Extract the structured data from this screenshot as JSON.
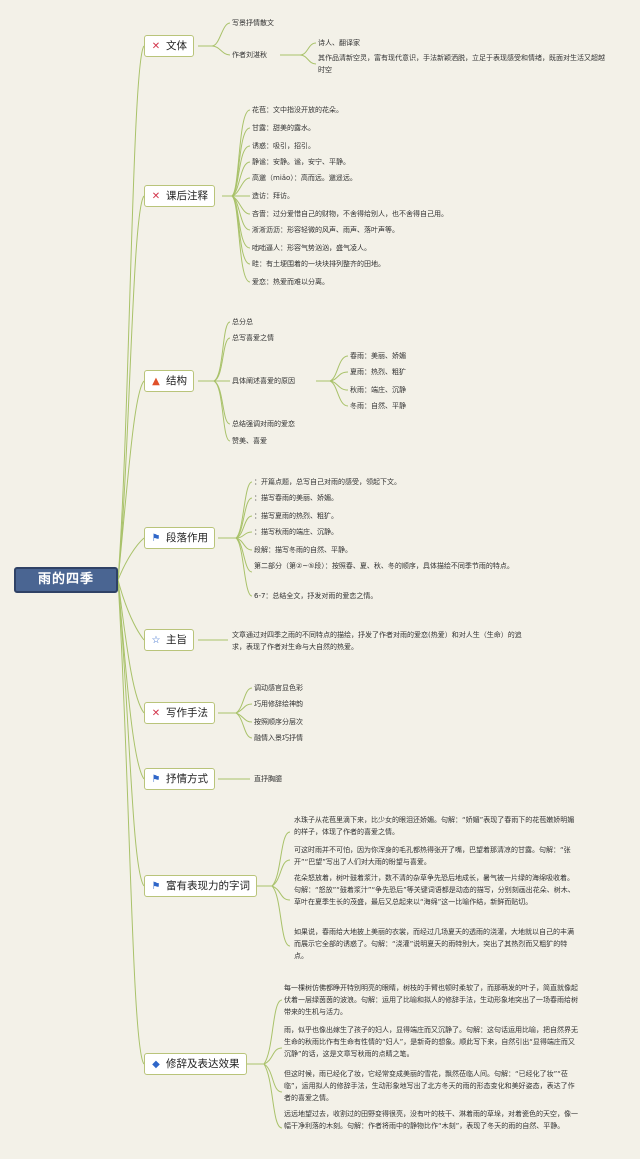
{
  "root": {
    "title": "雨的四季"
  },
  "branches": [
    {
      "label": "文体",
      "icon": "pencil-icon",
      "items": [
        "写景抒情散文",
        {
          "label": "作者刘湛秋",
          "items": [
            "诗人、翻译家",
            "其作品清新空灵，富有现代意识，手法新颖洒脱，立足于表现感受和情绪，既面对生活又超越时空"
          ]
        }
      ]
    },
    {
      "label": "课后注释",
      "icon": "pencil-icon",
      "items": [
        "花苞：文中指没开放的花朵。",
        "甘露：甜美的露水。",
        "诱惑：吸引，招引。",
        "静谧：安静。谧，安宁、平静。",
        "高邈（miǎo）：高而远。邈遥远。",
        "造访：拜访。",
        "吝啬：过分爱惜自己的财物，不舍得给别人，也不舍得自己用。",
        "淅淅沥沥：形容轻微的风声、雨声、落叶声等。",
        "咄咄逼人：形容气势汹汹，盛气凌人。",
        "畦：有土埂围着的一块块排列整齐的田地。",
        "爱恋：热爱而难以分离。"
      ]
    },
    {
      "label": "结构",
      "icon": "fire-icon",
      "items": [
        "总分总",
        "总写喜爱之情",
        {
          "label": "具体阐述喜爱的原因",
          "items": [
            "春雨：美丽、娇媚",
            "夏雨：热烈、粗犷",
            "秋雨：端庄、沉静",
            "冬雨：自然、平静"
          ]
        },
        "总结强调对雨的爱恋",
        "赞美、喜爱"
      ]
    },
    {
      "label": "段落作用",
      "icon": "flag-icon",
      "items": [
        "：开篇点题，总写自己对雨的感受，领起下文。",
        "：描写春雨的美丽、娇媚。",
        "：描写夏雨的热烈、粗犷。",
        "：描写秋雨的端庄、沉静。",
        "段解：描写冬雨的自然、平静。",
        "第二部分（第②~⑤段）：按照春、夏、秋、冬的顺序，具体描绘不同季节雨的特点。",
        "6-7：总结全文，抒发对雨的爱恋之情。"
      ]
    },
    {
      "label": "主旨",
      "icon": "star-icon",
      "items": [
        "文章通过对四季之雨的不同特点的描绘，抒发了作者对雨的爱恋(热爱）和对人生（生命）的追求，表现了作者对生命与大自然的热爱。"
      ]
    },
    {
      "label": "写作手法",
      "icon": "pencil-icon",
      "items": [
        "调动感官显色彩",
        "巧用修辞绘神韵",
        "按照顺序分层次",
        "融情入景巧抒情"
      ]
    },
    {
      "label": "抒情方式",
      "icon": "flag-icon",
      "items": [
        "直抒胸臆"
      ]
    },
    {
      "label": "富有表现力的字词",
      "icon": "flag-icon",
      "items": [
        "水珠子从花苞里滴下来，比少女的眼泪还娇媚。句解：“娇媚”表现了春雨下的花苞嫩娇明媚的样子，体现了作者的喜爱之情。",
        "可这时雨并不可怕，因为你浑身的毛孔都热得张开了嘴，巴望着那清凉的甘露。句解：“张开”“巴望”写出了人们对大雨的盼望与喜爱。",
        "花朵怒放着，树叶鼓着浆汁，数不清的杂草争先恐后地成长，暑气被一片绿的海绵吸收着。句解：“怒放”“鼓着浆汁”“争先恐后”等关键词语都是动态的描写，分别刻画出花朵、树木、草叶在夏季生长的茂盛，最后又总起来以“海绵”这一比喻作结，新鲜而贴切。",
        "如果说，春雨给大地披上美丽的衣裳，而经过几场夏天的透雨的浇灌，大地就以自己的丰满而展示它全部的诱惑了。句解：“浇灌”说明夏天的雨特别大，突出了其热烈而又粗犷的特点。"
      ]
    },
    {
      "label": "修辞及表达效果",
      "icon": "drop-icon",
      "items": [
        "每一棵树仿佛都睁开特别明亮的眼睛，树枝的手臂也顿时柔软了，而那萌发的叶子，简直就像起伏着一层绿茵茵的波浪。句解：运用了比喻和拟人的修辞手法，生动形象地突出了一场春雨给树带来的生机与活力。",
        "雨，似乎也像出嫁生了孩子的妇人，显得端庄而又沉静了。句解：这句话运用比喻，把自然界无生命的秋雨比作有生命有性情的“妇人”，是新奇的想象。顺此写下来，自然引出“显得端庄而又沉静”的话，这是文章写秋雨的点睛之笔。",
        "但这时候，雨已经化了妆，它经常变成美丽的雪花，飘然莅临人间。句解：“已经化了妆”“莅临”，运用拟人的修辞手法，生动形象地写出了北方冬天的雨的形态变化和美好姿态，表达了作者的喜爱之情。",
        "远远地望过去，收割过的田野变得很亮，没有叶的枝干、淋着雨的草垛，对着瓷色的天空，像一幅干净利落的木刻。句解：作者将雨中的静物比作“木刻”，表现了冬天的雨的自然、平静。"
      ]
    }
  ]
}
